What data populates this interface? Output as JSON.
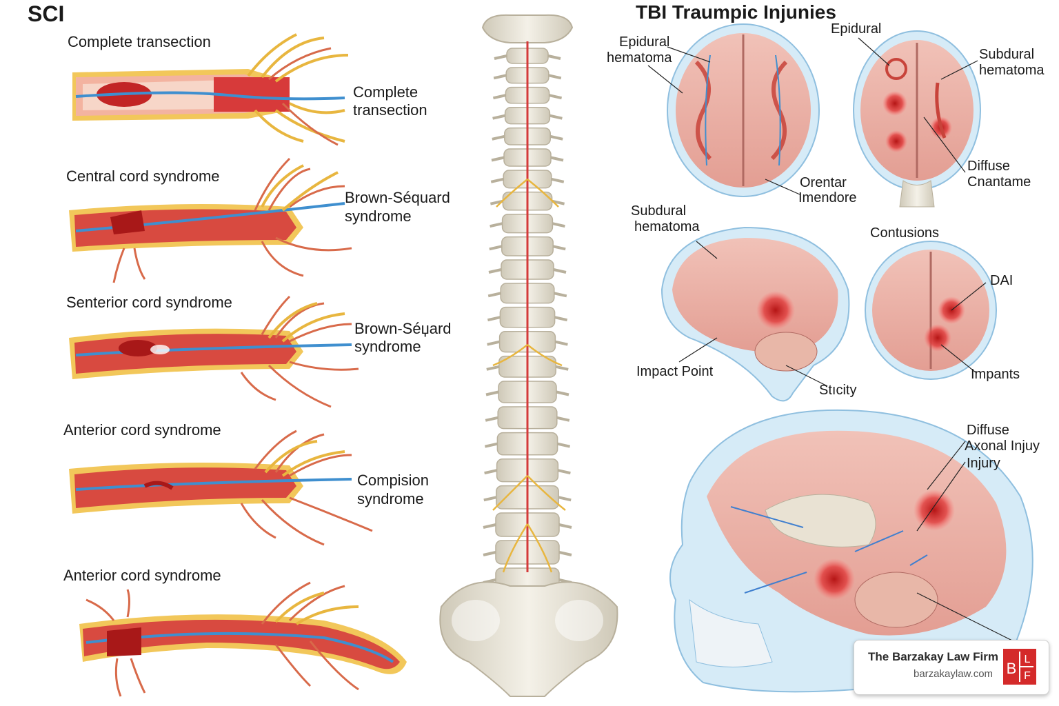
{
  "sci": {
    "title": "SCI",
    "panels": [
      {
        "heading": "Complete transection",
        "side": [
          "Complete",
          "transection"
        ]
      },
      {
        "heading": "Central cord syndrome",
        "side": [
          "Brown-Séquard",
          "syndrome"
        ]
      },
      {
        "heading": "Senterior cord syndrome",
        "side": [
          "Brown-Séџard",
          "syndrome"
        ]
      },
      {
        "heading": "Anterior cord syndrome",
        "side": [
          "Compision",
          "syndrome"
        ]
      },
      {
        "heading": "Anterior cord syndrome",
        "side": []
      }
    ]
  },
  "tbi": {
    "title": "TBI Traumpic Injunies",
    "labels": {
      "epidural_hematoma": [
        "Epidural",
        "hematoma"
      ],
      "epidural": "Epidural",
      "subdural_hematoma_top": [
        "Subdural",
        "hematoma"
      ],
      "orentar": [
        "Orentar",
        "Imendore"
      ],
      "diffuse_cnantame": [
        "Diffuse",
        "Cnantame"
      ],
      "subdural_hematoma_mid": [
        "Subdural",
        "hematoma"
      ],
      "contusions": "Contusions",
      "dai": "DAI",
      "impact_point": "Impact Point",
      "stricity": "Stıcity",
      "impants": "Impants",
      "diffuse_axonal": [
        "Diffuse",
        "Axonal Injuy",
        "Injury"
      ]
    }
  },
  "logo": {
    "name": "The Barzakay Law Firm",
    "url": "barzakaylaw.com",
    "letters": [
      "B",
      "L",
      "F"
    ],
    "color": "#d42a2a"
  },
  "colors": {
    "cord_red": "#cf3a3a",
    "cord_yellow": "#f2c75a",
    "nerve_blue": "#3f8fcf",
    "brain_pink": "#eab0a6",
    "head_blue": "#cfe6f5",
    "bone": "#e6e2d6"
  },
  "icons": [
    "spinal-cord-illustration",
    "spine-illustration",
    "brain-illustration",
    "skull-illustration"
  ]
}
